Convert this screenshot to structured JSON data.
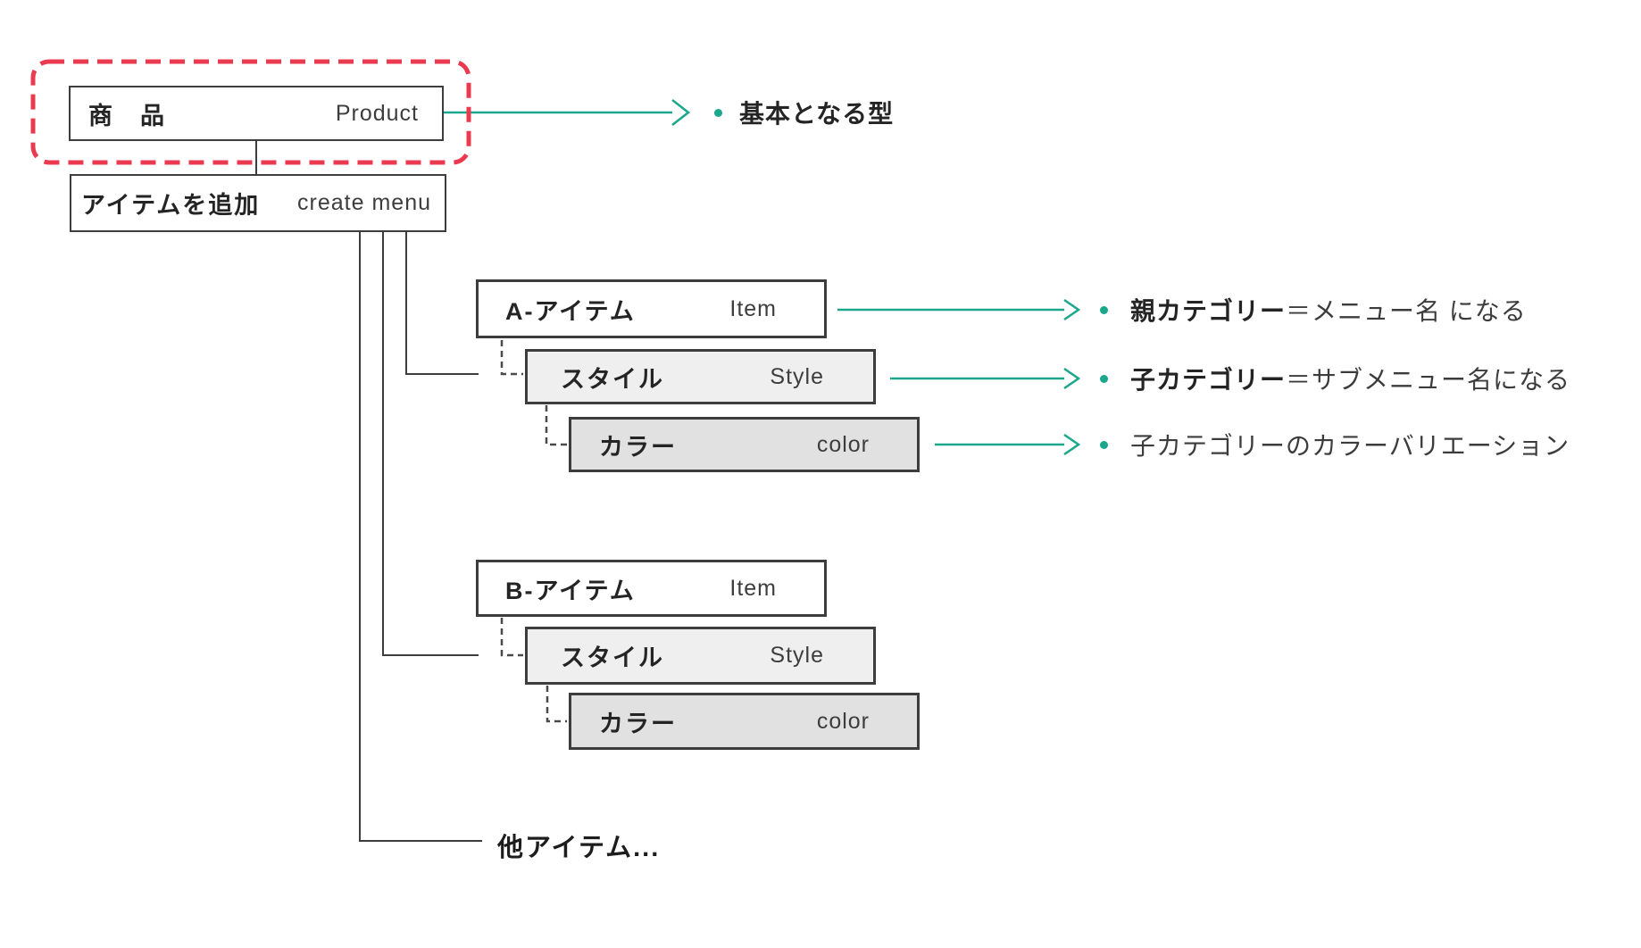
{
  "colors": {
    "accent-teal": "#1aa78c",
    "alert-red": "#ea3a50",
    "border-dark": "#3d3d3d",
    "connector-gray": "#4a4a4a",
    "style-box-bg": "#efefef",
    "color-box-bg": "#e1e1e1"
  },
  "boxes": {
    "product": {
      "label_jp": "商　品",
      "label_en": "Product"
    },
    "create_menu": {
      "label_jp": "アイテムを追加",
      "label_en": "create menu"
    },
    "item_a": {
      "label_jp": "A-アイテム",
      "label_en": "Item"
    },
    "style_a": {
      "label_jp": "スタイル",
      "label_en": "Style"
    },
    "color_a": {
      "label_jp": "カラー",
      "label_en": "color"
    },
    "item_b": {
      "label_jp": "B-アイテム",
      "label_en": "Item"
    },
    "style_b": {
      "label_jp": "スタイル",
      "label_en": "Style"
    },
    "color_b": {
      "label_jp": "カラー",
      "label_en": "color"
    },
    "other_items": {
      "label_jp": "他アイテム..."
    }
  },
  "annotations": [
    {
      "bold": "基本となる型",
      "regular": ""
    },
    {
      "bold": "親カテゴリー",
      "regular": "＝メニュー名 になる"
    },
    {
      "bold": "子カテゴリー",
      "regular": "＝サブメニュー名になる"
    },
    {
      "bold": "",
      "regular": "子カテゴリーのカラーバリエーション"
    }
  ]
}
